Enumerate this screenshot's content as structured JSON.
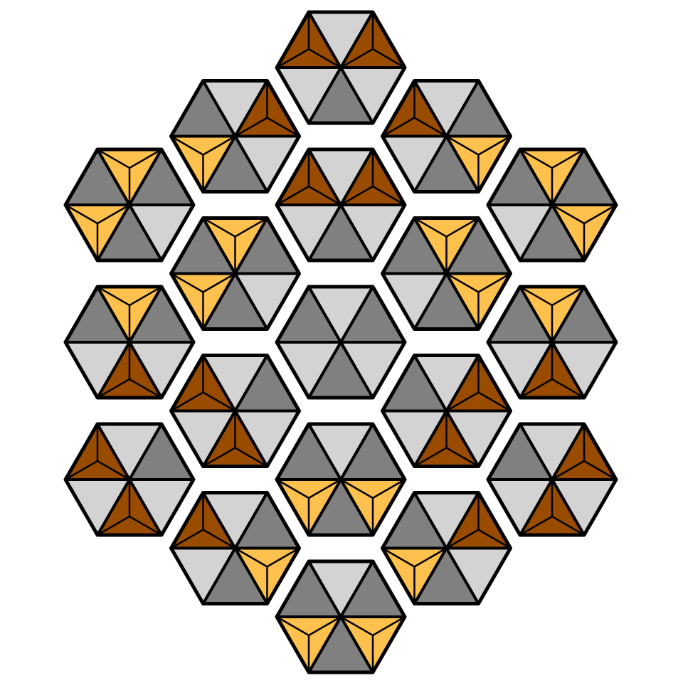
{
  "board": {
    "colors": {
      "L": "#d3d3d3",
      "D": "#808080",
      "B": "#994c00",
      "Y": "#ffc14d",
      "outline": "#000000",
      "background": "#ffffff"
    },
    "triangle_order": [
      "top-left",
      "top",
      "top-right",
      "bottom-right",
      "bottom",
      "bottom-left"
    ],
    "tiles": [
      {
        "col": 2,
        "row": 0,
        "tris": [
          "B",
          "L",
          "B",
          "L",
          "D",
          "L"
        ]
      },
      {
        "col": 1,
        "row": 1,
        "tris": [
          "D",
          "L",
          "B",
          "L",
          "D",
          "Y"
        ]
      },
      {
        "col": 3,
        "row": 1,
        "tris": [
          "B",
          "L",
          "D",
          "Y",
          "D",
          "L"
        ]
      },
      {
        "col": 0,
        "row": 2,
        "tris": [
          "D",
          "Y",
          "D",
          "L",
          "D",
          "Y"
        ]
      },
      {
        "col": 2,
        "row": 2,
        "tris": [
          "B",
          "L",
          "B",
          "L",
          "D",
          "L"
        ]
      },
      {
        "col": 4,
        "row": 2,
        "tris": [
          "D",
          "Y",
          "D",
          "Y",
          "D",
          "L"
        ]
      },
      {
        "col": 1,
        "row": 3,
        "tris": [
          "D",
          "Y",
          "D",
          "L",
          "D",
          "Y"
        ]
      },
      {
        "col": 3,
        "row": 3,
        "tris": [
          "D",
          "Y",
          "D",
          "Y",
          "D",
          "L"
        ]
      },
      {
        "col": 0,
        "row": 4,
        "tris": [
          "D",
          "Y",
          "D",
          "L",
          "B",
          "L"
        ]
      },
      {
        "col": 2,
        "row": 4,
        "tris": [
          "D",
          "L",
          "D",
          "L",
          "D",
          "L"
        ]
      },
      {
        "col": 4,
        "row": 4,
        "tris": [
          "D",
          "Y",
          "D",
          "L",
          "B",
          "L"
        ]
      },
      {
        "col": 1,
        "row": 5,
        "tris": [
          "B",
          "L",
          "D",
          "L",
          "B",
          "L"
        ]
      },
      {
        "col": 3,
        "row": 5,
        "tris": [
          "D",
          "L",
          "B",
          "L",
          "B",
          "L"
        ]
      },
      {
        "col": 0,
        "row": 6,
        "tris": [
          "B",
          "L",
          "D",
          "L",
          "B",
          "L"
        ]
      },
      {
        "col": 2,
        "row": 6,
        "tris": [
          "D",
          "L",
          "D",
          "Y",
          "D",
          "Y"
        ]
      },
      {
        "col": 4,
        "row": 6,
        "tris": [
          "D",
          "L",
          "B",
          "L",
          "B",
          "L"
        ]
      },
      {
        "col": 1,
        "row": 7,
        "tris": [
          "B",
          "L",
          "D",
          "Y",
          "D",
          "L"
        ]
      },
      {
        "col": 3,
        "row": 7,
        "tris": [
          "D",
          "L",
          "B",
          "L",
          "D",
          "Y"
        ]
      },
      {
        "col": 2,
        "row": 8,
        "tris": [
          "D",
          "L",
          "D",
          "Y",
          "D",
          "Y"
        ]
      }
    ]
  }
}
